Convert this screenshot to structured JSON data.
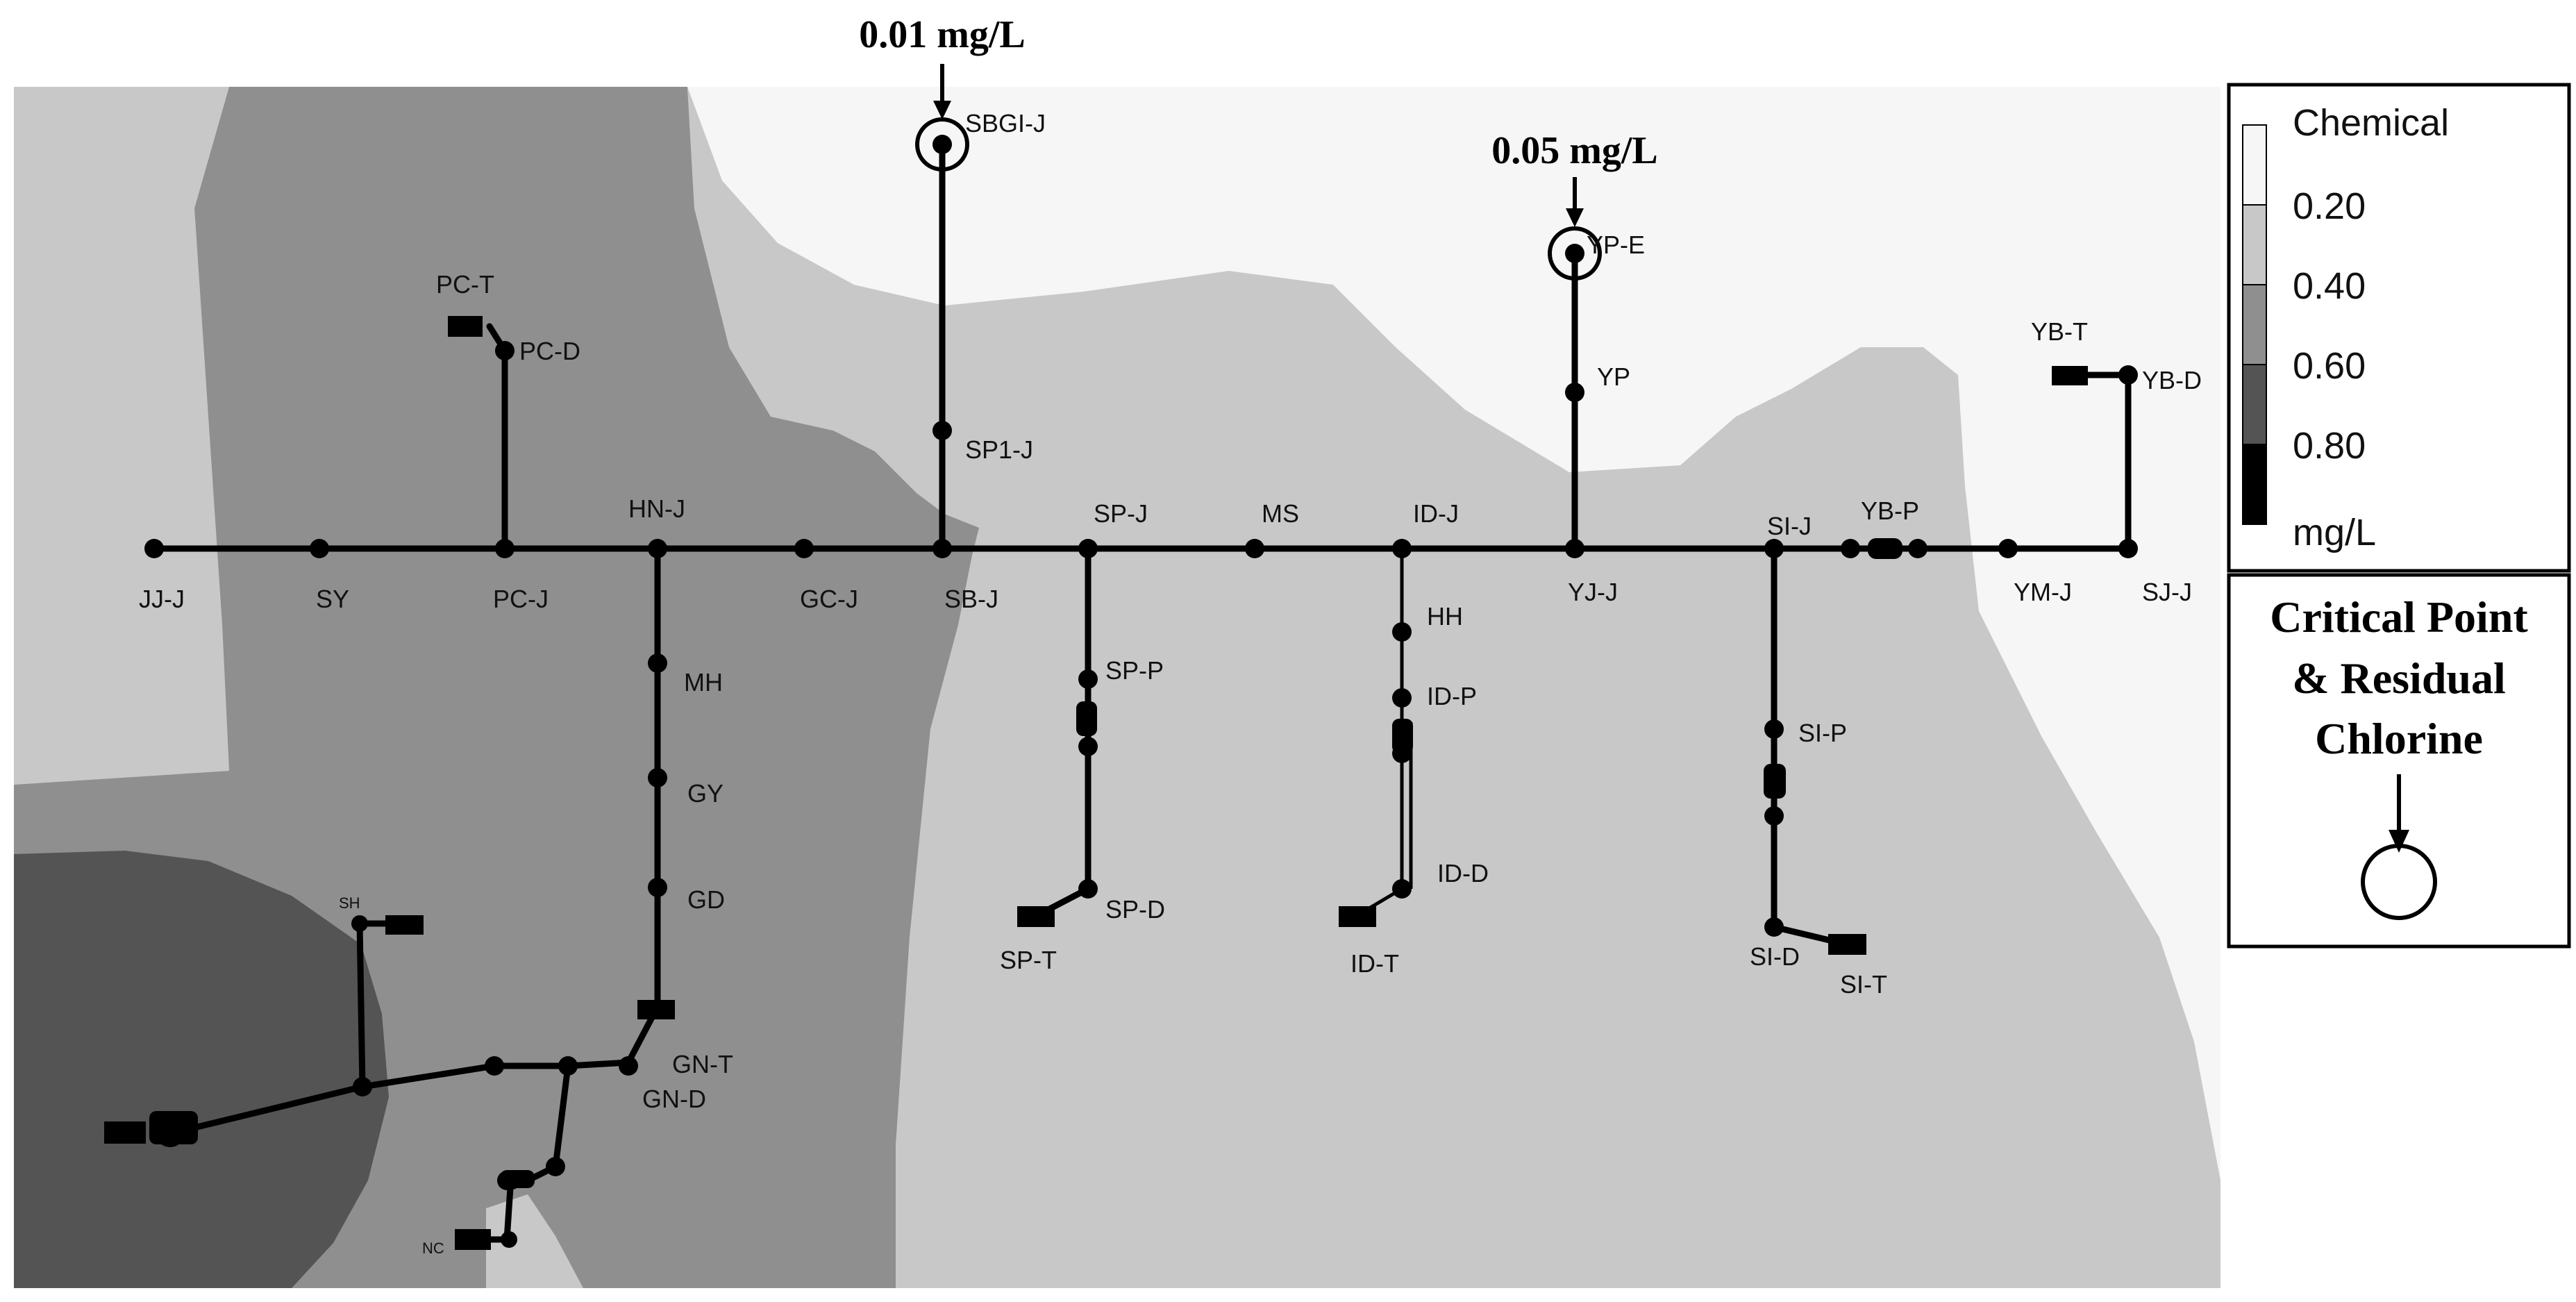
{
  "map": {
    "zones": [
      {
        "id": "z-light-left",
        "level": "0.20-0.40",
        "color": "#c8c8c8"
      },
      {
        "id": "z-mid",
        "level": "0.40-0.60",
        "color": "#8f8f8f"
      },
      {
        "id": "z-dark",
        "level": "0.60-0.80",
        "color": "#545454"
      },
      {
        "id": "z-light-right",
        "level": "0.20-0.40",
        "color": "#c8c8c8"
      },
      {
        "id": "z-white",
        "level": "below 0.20",
        "color": "#f6f6f6"
      }
    ]
  },
  "nodes": {
    "JJ-J": "JJ-J",
    "SY": "SY",
    "PC-J": "PC-J",
    "HN-J": "HN-J",
    "GC-J": "GC-J",
    "SB-J": "SB-J",
    "SP-J": "SP-J",
    "MS": "MS",
    "ID-J": "ID-J",
    "YJ-J": "YJ-J",
    "SI-J": "SI-J",
    "YB-P": "YB-P",
    "YM-J": "YM-J",
    "SJ-J": "SJ-J",
    "PC-T": "PC-T",
    "PC-D": "PC-D",
    "SBGI-J": "SBGI-J",
    "SP1-J": "SP1-J",
    "YP-E": "YP-E",
    "YP": "YP",
    "YB-T": "YB-T",
    "YB-D": "YB-D",
    "MH": "MH",
    "GY": "GY",
    "GD": "GD",
    "GN-T": "GN-T",
    "GN-D": "GN-D",
    "SH": "SH",
    "NC": "NC",
    "SP-P": "SP-P",
    "SP-D": "SP-D",
    "SP-T": "SP-T",
    "HH": "HH",
    "ID-P": "ID-P",
    "ID-D": "ID-D",
    "ID-T": "ID-T",
    "SI-P": "SI-P",
    "SI-D": "SI-D",
    "SI-T": "SI-T"
  },
  "critical_points": [
    {
      "node": "SBGI-J",
      "label": "0.01 mg/L"
    },
    {
      "node": "YP-E",
      "label": "0.05 mg/L"
    }
  ],
  "legend": {
    "title": "Chemical",
    "ticks": [
      "0.20",
      "0.40",
      "0.60",
      "0.80"
    ],
    "unit": "mg/L",
    "swatches": [
      "#f6f6f6",
      "#c8c8c8",
      "#8f8f8f",
      "#545454",
      "#000000"
    ],
    "critical_title_1": "Critical Point",
    "critical_title_2": "& Residual",
    "critical_title_3": "Chlorine"
  }
}
